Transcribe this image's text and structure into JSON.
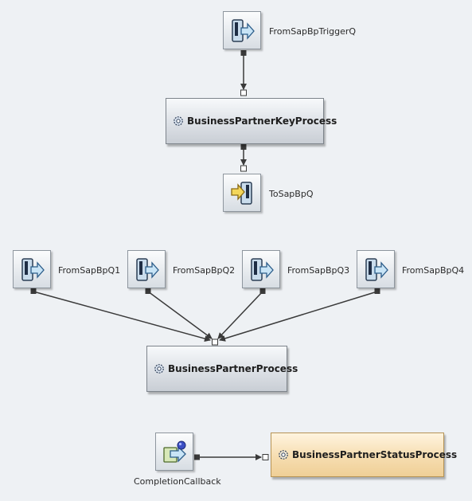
{
  "trigger_group": {
    "source": {
      "label": "FromSapBpTriggerQ",
      "icon": "inbound-queue-icon"
    },
    "process": {
      "label": "BusinessPartnerKeyProcess",
      "icon": "gear-icon"
    },
    "target": {
      "label": "ToSapBpQ",
      "icon": "outbound-queue-icon"
    }
  },
  "partner_group": {
    "sources": [
      {
        "label": "FromSapBpQ1",
        "icon": "inbound-queue-icon"
      },
      {
        "label": "FromSapBpQ2",
        "icon": "inbound-queue-icon"
      },
      {
        "label": "FromSapBpQ3",
        "icon": "inbound-queue-icon"
      },
      {
        "label": "FromSapBpQ4",
        "icon": "inbound-queue-icon"
      }
    ],
    "process": {
      "label": "BusinessPartnerProcess",
      "icon": "gear-icon"
    }
  },
  "status_group": {
    "source": {
      "label": "CompletionCallback",
      "icon": "callback-icon"
    },
    "process": {
      "label": "BusinessPartnerStatusProcess",
      "icon": "gear-icon"
    }
  },
  "colors": {
    "background": "#eef1f4",
    "process_fill": "#dfe3e8",
    "status_process_fill": "#f6ddb0",
    "connector": "#3a3a3a"
  }
}
